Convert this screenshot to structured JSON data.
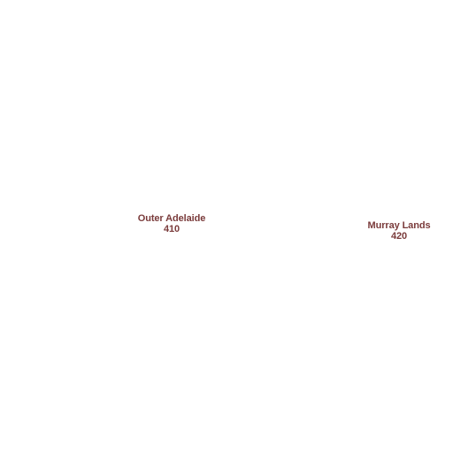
{
  "map": {
    "label_color": "#7a3b3b",
    "regions": [
      {
        "name": "Outer Adelaide",
        "code": "410"
      },
      {
        "name": "Murray Lands",
        "code": "420"
      }
    ]
  }
}
